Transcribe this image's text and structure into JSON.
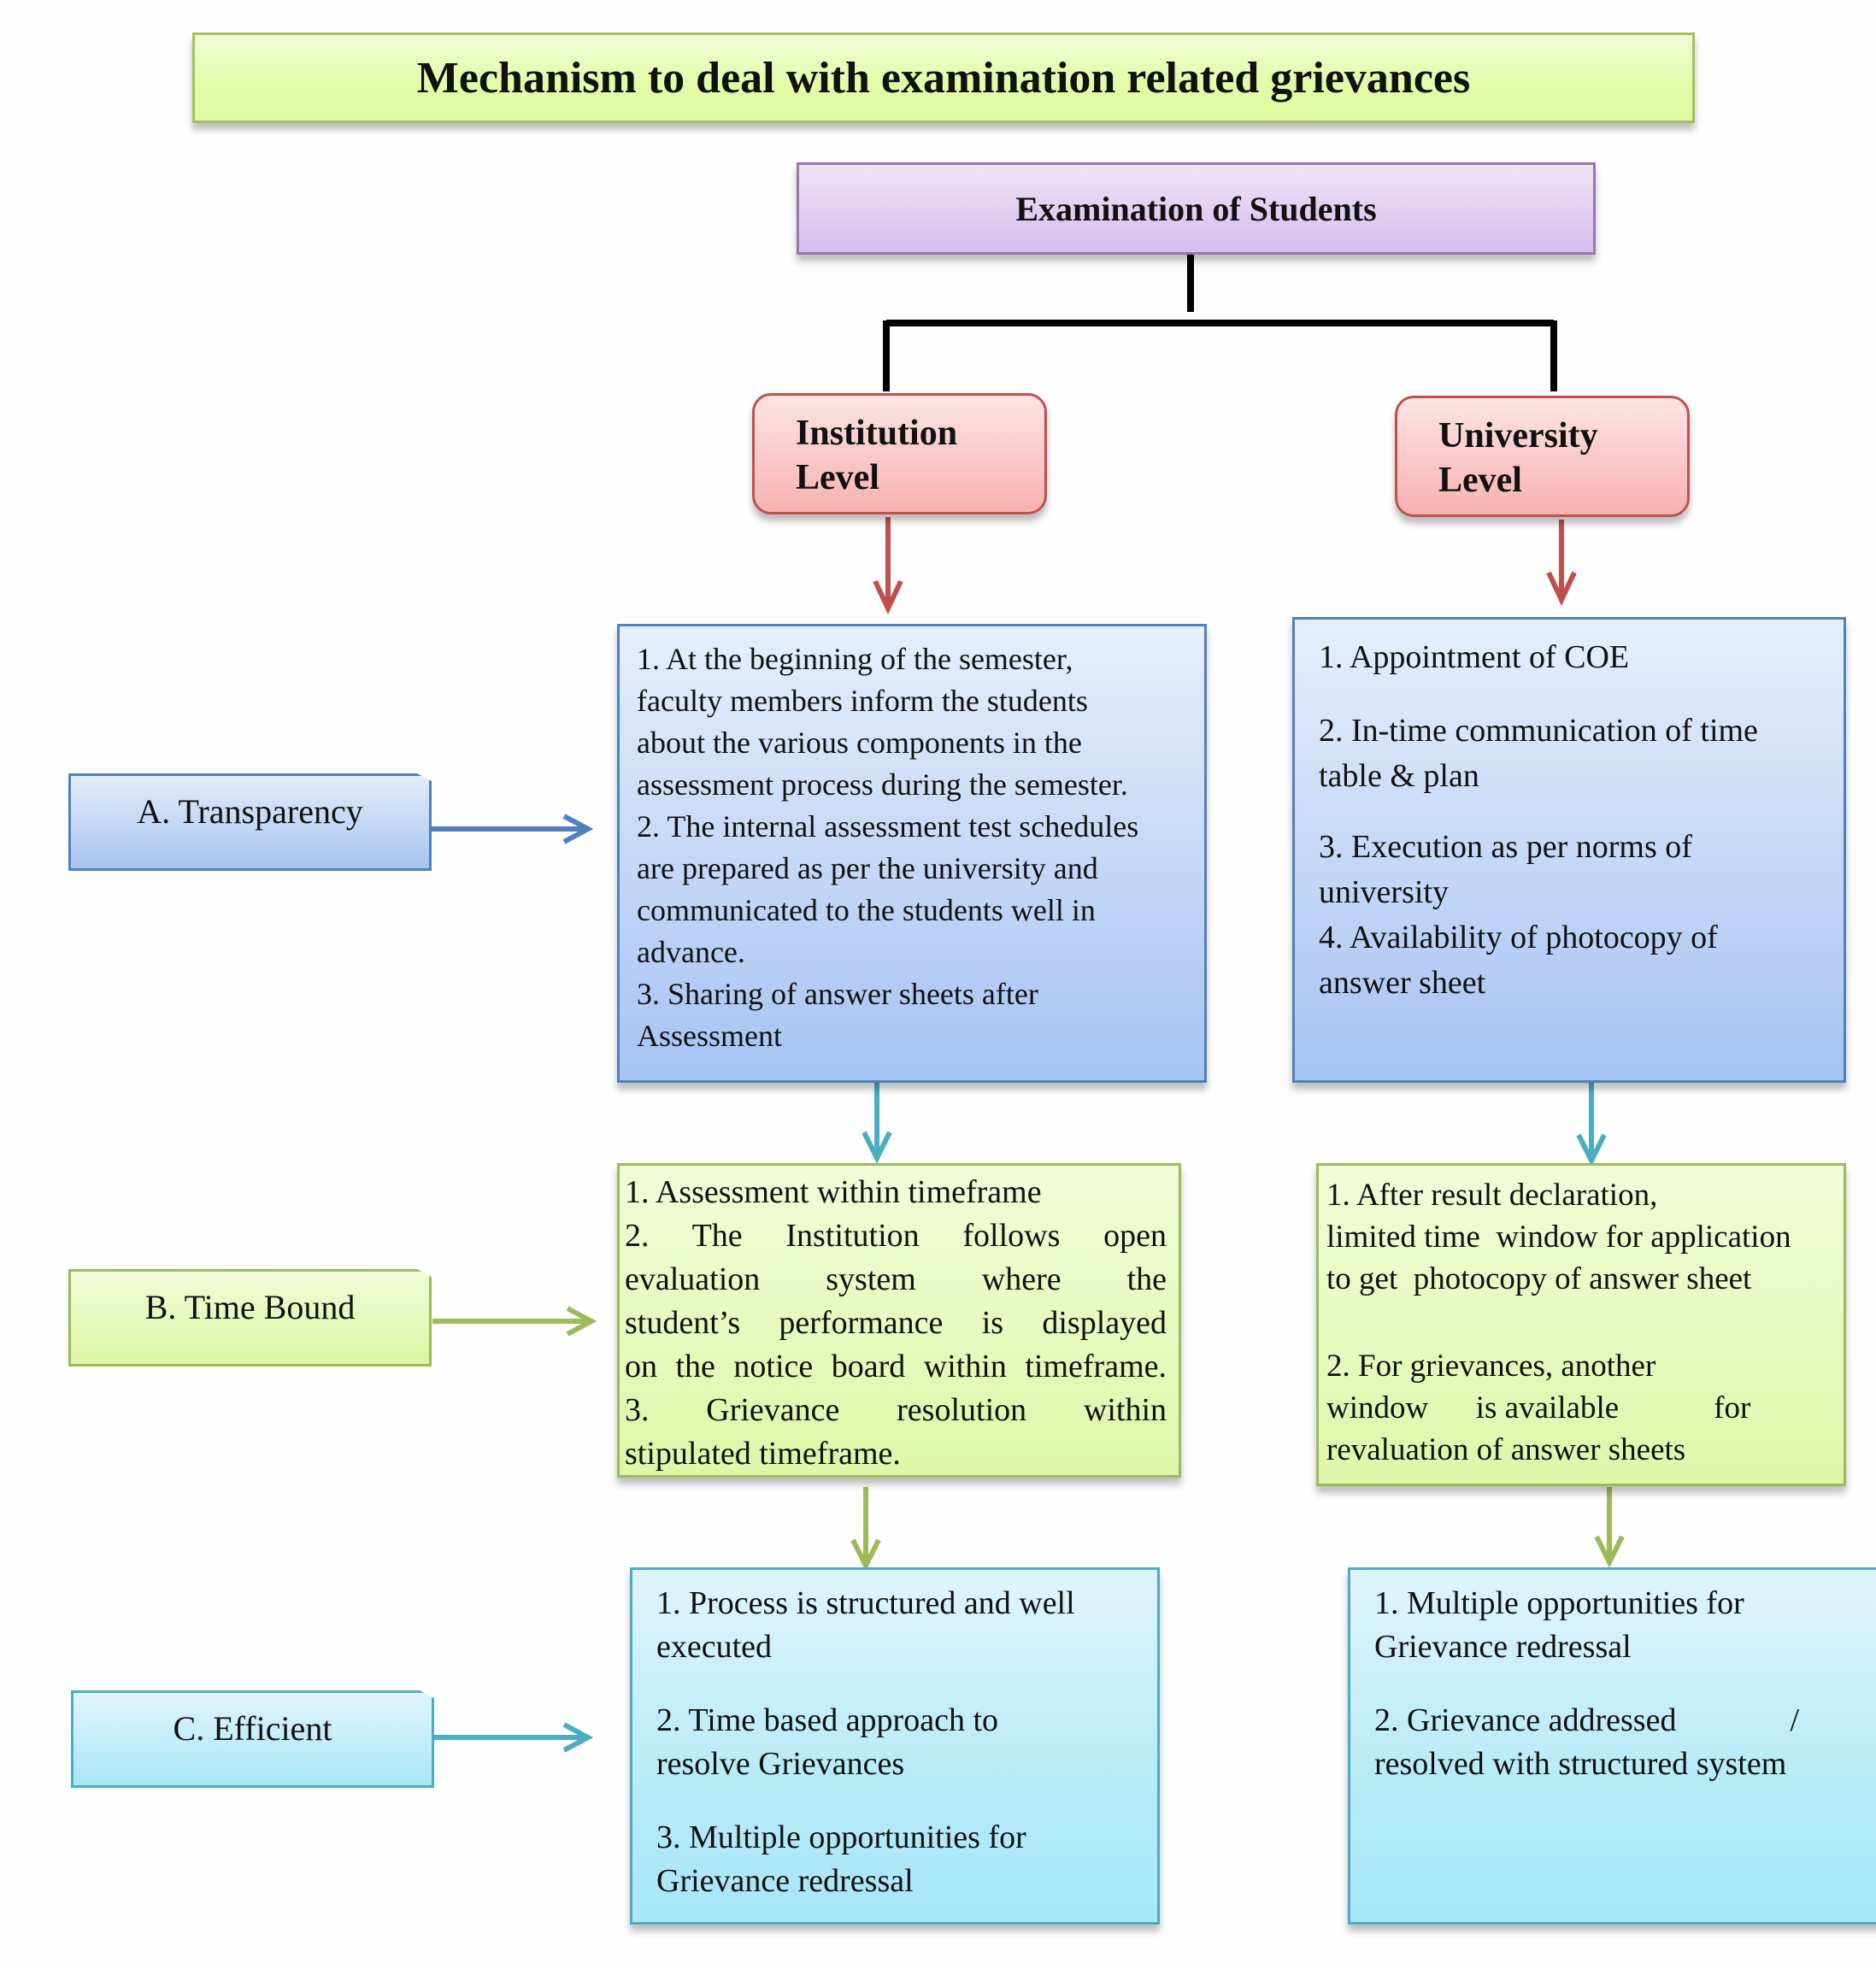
{
  "title": "Mechanism to deal with examination related grievances",
  "root": "Examination of Students",
  "levels": {
    "institution": [
      "Institution",
      "Level"
    ],
    "university": [
      "University",
      "Level"
    ]
  },
  "criteria": {
    "a": "A. Transparency",
    "b": "B. Time Bound",
    "c": "C. Efficient"
  },
  "institution": {
    "transparency": [
      "1. At the beginning of the semester,",
      "faculty members inform the students",
      "about the various components in the",
      "assessment process during the semester.",
      "2. The internal assessment test schedules",
      "are prepared as per the university and",
      "communicated to the students well in",
      "advance.",
      "3. Sharing of answer sheets after",
      "Assessment"
    ],
    "time_bound": [
      "1.  Assessment  within timeframe",
      "2.  The  Institution  follows  open",
      "evaluation   system   where   the",
      "student’s  performance  is  displayed",
      "on the notice board within timeframe.",
      "3.  Grievance  resolution  within",
      "stipulated  timeframe."
    ],
    "efficient": [
      [
        "1. Process is structured and well",
        "executed"
      ],
      [
        "2. Time based approach to",
        "resolve Grievances"
      ],
      [
        "3. Multiple opportunities for",
        "Grievance redressal"
      ]
    ]
  },
  "university": {
    "transparency": [
      [
        "1. Appointment of COE"
      ],
      [
        "2. In-time communication  of time",
        "table & plan"
      ],
      [
        "3. Execution  as per norms  of",
        "university"
      ],
      [
        "4. Availability of photocopy of",
        "answer sheet"
      ]
    ],
    "time_bound": [
      [
        "1. After result declaration,",
        "limited time  window for application",
        "to get  photocopy of answer sheet"
      ],
      [
        "2. For grievances, another",
        "window      is available            for",
        "revaluation of answer sheets"
      ]
    ],
    "efficient": [
      [
        "1. Multiple opportunities for",
        "Grievance redressal"
      ],
      [
        "2. Grievance addressed              /",
        "resolved with structured system"
      ]
    ]
  },
  "colors": {
    "blue": "#4f81bd",
    "green": "#9bbb59",
    "cyan": "#4bacc6",
    "red": "#c0504d",
    "purple": "#9478b2"
  }
}
